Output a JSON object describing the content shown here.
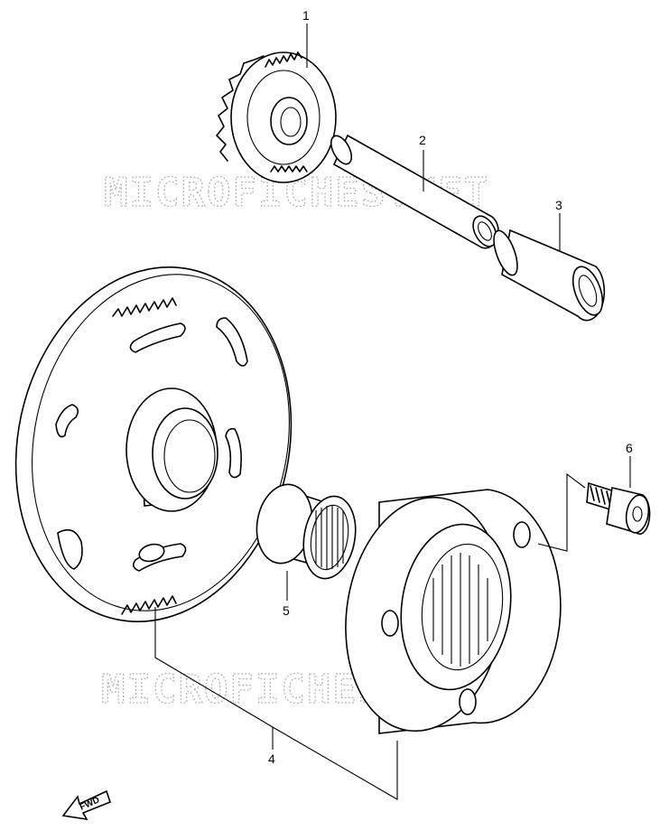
{
  "watermark": {
    "text": "MICROFICHES.NET"
  },
  "callouts": [
    {
      "id": "1",
      "label": "1"
    },
    {
      "id": "2",
      "label": "2"
    },
    {
      "id": "3",
      "label": "3"
    },
    {
      "id": "4",
      "label": "4"
    },
    {
      "id": "5",
      "label": "5"
    },
    {
      "id": "6",
      "label": "6"
    }
  ],
  "direction_arrow": {
    "label": "FWD"
  },
  "colors": {
    "line": "#000000",
    "watermark": "#b5b5b5",
    "background": "#ffffff"
  }
}
